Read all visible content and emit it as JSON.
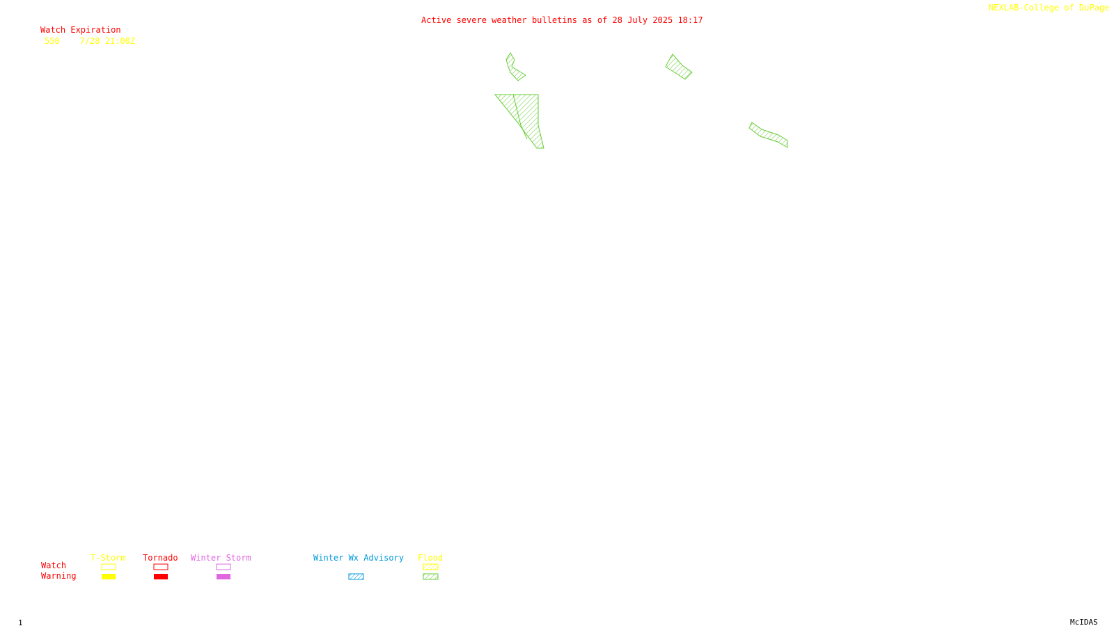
{
  "header": {
    "title": "Active severe weather bulletins as of 28 July 2025 18:17",
    "credit": "NEXLAB-College of DuPage R"
  },
  "watch_expiration": {
    "title": "Watch Expiration",
    "rows": [
      {
        "id": "550",
        "expires": "7/28 21:00Z"
      }
    ]
  },
  "legend": {
    "row_labels": {
      "watch": "Watch",
      "warning": "Warning"
    },
    "categories": [
      {
        "label": "T-Storm",
        "color": "#ffff00",
        "watch_style": "outline",
        "warning_style": "solid"
      },
      {
        "label": "Tornado",
        "color": "#ff0000",
        "watch_style": "outline",
        "warning_style": "solid"
      },
      {
        "label": "Winter Storm",
        "color": "#e066e0",
        "watch_style": "outline",
        "warning_style": "solid"
      },
      {
        "label": "Winter Wx Advisory",
        "color": "#0099dd",
        "watch_style": "none",
        "warning_style": "hatched"
      },
      {
        "label": "Flood",
        "color": "#ffff00",
        "watch_style": "hatched",
        "warning_style": "hatched",
        "warning_color": "#66cc33"
      }
    ]
  },
  "map": {
    "flood_warning_color": "#66cc33",
    "polygons_present": 5
  },
  "footer": {
    "frame_number": "1",
    "software": "McIDAS"
  }
}
